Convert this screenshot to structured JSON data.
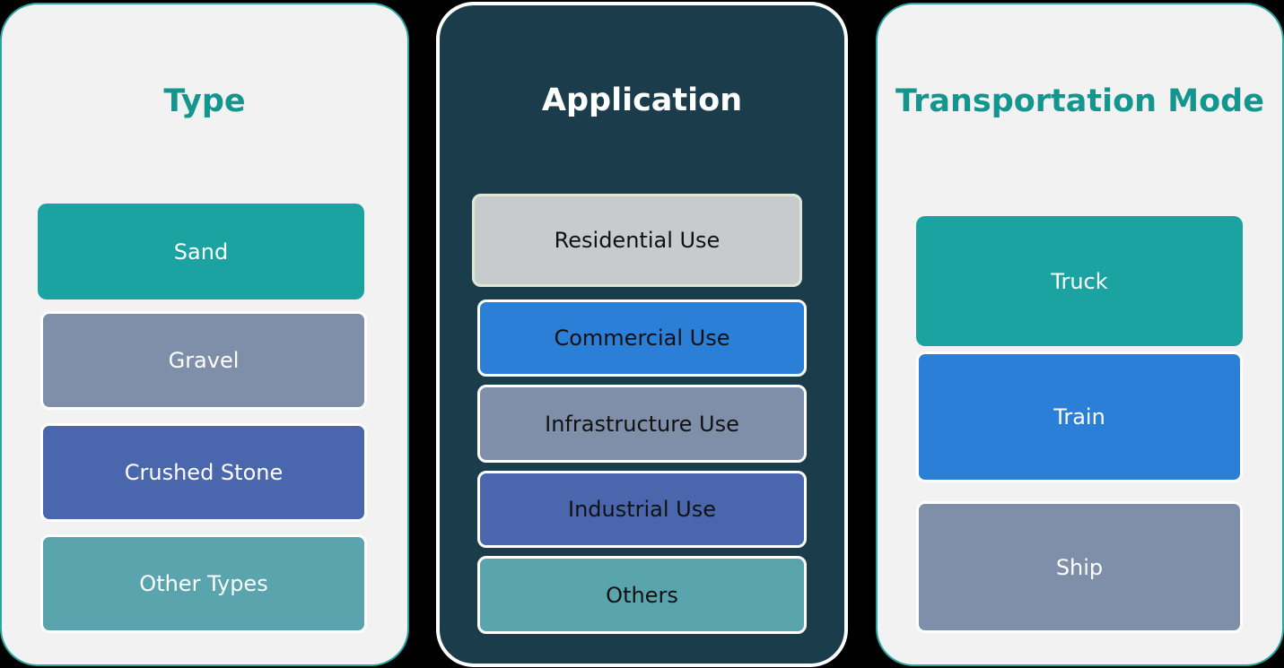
{
  "panels": {
    "type": {
      "title": "Type",
      "items": [
        "Sand",
        "Gravel",
        "Crushed Stone",
        "Other Types"
      ]
    },
    "application": {
      "title": "Application",
      "items": [
        "Residential Use",
        "Commercial Use",
        "Infrastructure Use",
        "Industrial Use",
        "Others"
      ]
    },
    "transport": {
      "title": "Transportation Mode",
      "items": [
        "Truck",
        "Train",
        "Ship"
      ]
    }
  },
  "colors": {
    "teal": "#1aa3a1",
    "blue": "#2b7fd6",
    "slate": "#7f8fa9",
    "indigo": "#4a67ad",
    "aqua": "#5aa4ae",
    "grey": "#c8cbcc",
    "dark_panel": "#1b3d4b"
  }
}
